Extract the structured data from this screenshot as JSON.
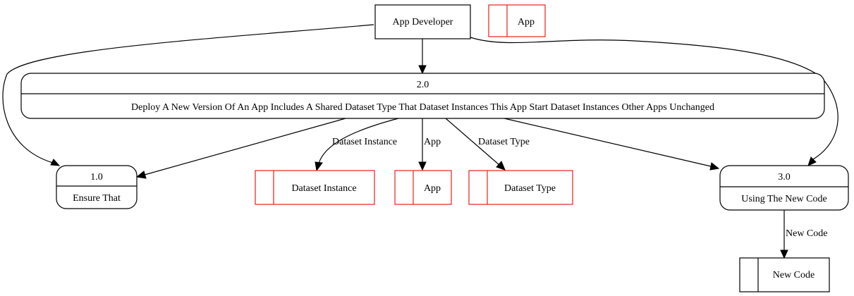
{
  "diagram": {
    "entity_app_developer": "App Developer",
    "legend_store": {
      "label": "App",
      "color": "#e8201a"
    },
    "process_2": {
      "id": "2.0",
      "label": "Deploy A New Version Of An App Includes A Shared Dataset Type That Dataset Instances This App Start Dataset Instances Other Apps Unchanged"
    },
    "process_1": {
      "id": "1.0",
      "label": "Ensure That"
    },
    "process_3": {
      "id": "3.0",
      "label": "Using The New Code"
    },
    "store_dataset_instance": {
      "label": "Dataset Instance",
      "color": "#e8201a"
    },
    "store_app": {
      "label": "App",
      "color": "#e8201a"
    },
    "store_dataset_type": {
      "label": "Dataset Type",
      "color": "#e8201a"
    },
    "store_new_code": {
      "label": "New Code",
      "color": "#000000"
    },
    "edge_labels": {
      "dataset_instance": "Dataset Instance",
      "app": "App",
      "dataset_type": "Dataset Type",
      "new_code": "New Code"
    }
  }
}
